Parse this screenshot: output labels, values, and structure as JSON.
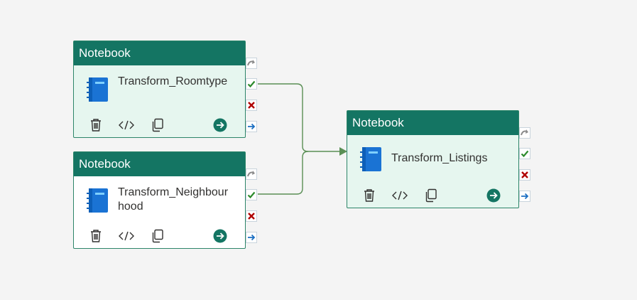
{
  "activities": [
    {
      "header": "Notebook",
      "name": "Transform_Roomtype"
    },
    {
      "header": "Notebook",
      "name": "Transform_Neighbourhood"
    },
    {
      "header": "Notebook",
      "name": "Transform_Listings"
    }
  ],
  "icons": {
    "notebook": "notebook-icon",
    "delete": "trash-icon",
    "code": "code-icon",
    "copy": "copy-icon",
    "run": "run-arrow-icon",
    "skip": "skip-icon",
    "success": "checkmark-icon",
    "failure": "x-icon",
    "completion": "arrow-right-icon"
  },
  "colors": {
    "header": "#147563",
    "body_active": "#e6f6ef",
    "connector": "#5a8f55",
    "success": "#2b8a2b",
    "failure": "#b00000",
    "completion": "#1b6fc2"
  }
}
